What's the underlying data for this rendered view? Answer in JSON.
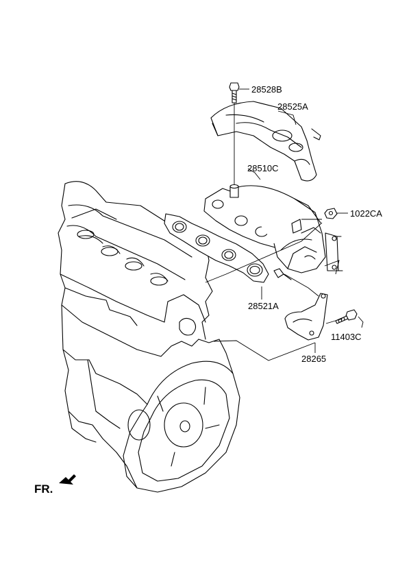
{
  "parts": {
    "bolt_top": "28528B",
    "heat_protector": "28525A",
    "exhaust_manifold": "28510C",
    "nut": "1022CA",
    "gasket": "28521A",
    "bolt_stay": "11403C",
    "stay": "28265"
  },
  "front_indicator": "FR."
}
